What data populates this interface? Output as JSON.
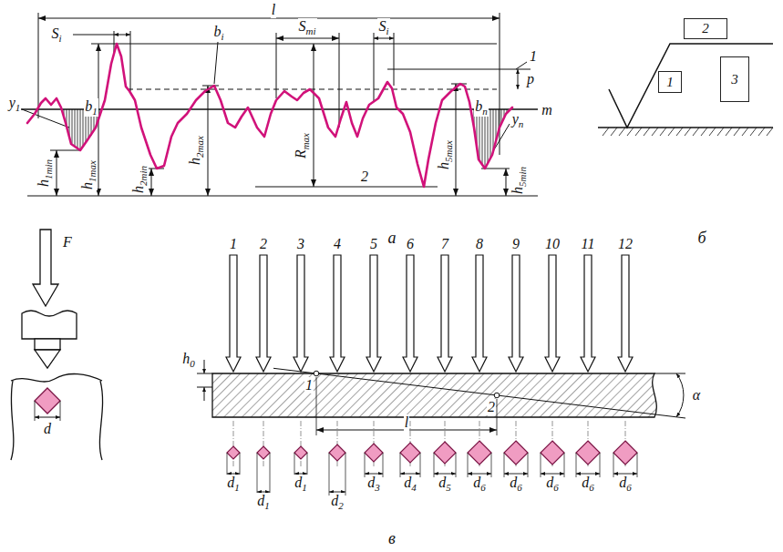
{
  "diagram": {
    "nodes": [
      {
        "text": [
          "1"
        ]
      },
      {
        "text": [
          "2"
        ]
      },
      {
        "text": [
          "3"
        ]
      }
    ],
    "labels": [
      "l",
      "Si",
      "Smi",
      "Si",
      "1",
      "bi",
      "y1",
      "b1",
      "p",
      "m",
      "bn",
      "yn",
      "Rmax",
      "h1min",
      "h1max",
      "h2min",
      "h2max",
      "2",
      "h5max",
      "h5min",
      "а",
      "б",
      "F",
      "d",
      "1",
      "2",
      "3",
      "4",
      "5",
      "6",
      "7",
      "8",
      "9",
      "10",
      "11",
      "12",
      "h0",
      "1",
      "2",
      "l",
      "α",
      "d1",
      "d1",
      "d1",
      "d2",
      "d3",
      "d4",
      "d5",
      "d6",
      "d6",
      "d6",
      "d6",
      "d6",
      "в"
    ]
  }
}
